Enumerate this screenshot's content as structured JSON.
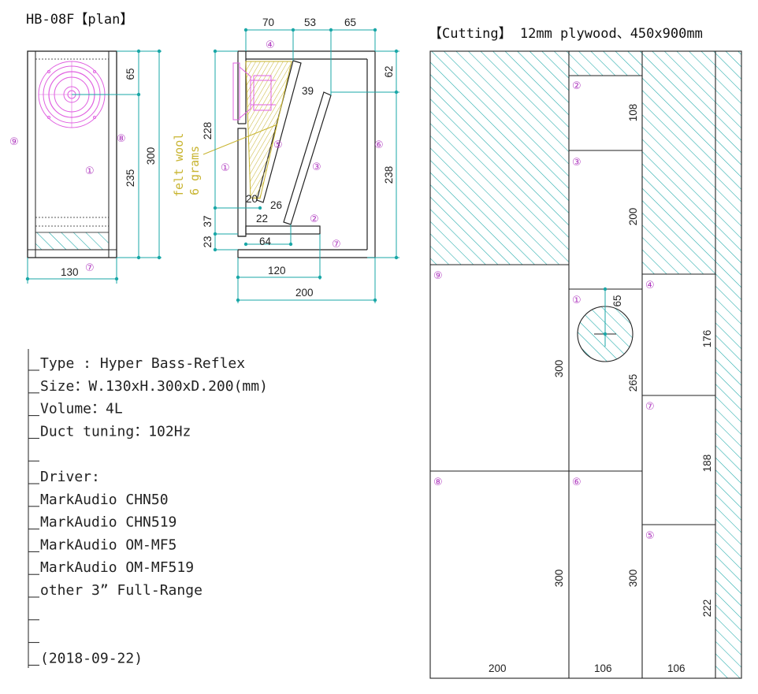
{
  "plan_title": "HB-08F【plan】",
  "cutting_title": "【Cutting】 12mm plywood、450x900mm",
  "felt_label_line1": "felt wool",
  "felt_label_line2": "6 grams",
  "dimensions": {
    "front_width": "130",
    "front_top": "65",
    "front_height": "300",
    "front_lower": "235",
    "side_top_a": "70",
    "side_top_b": "53",
    "side_top_c": "65",
    "side_right_top": "62",
    "side_right_main": "238",
    "side_left_main": "228",
    "side_left_37": "37",
    "side_left_23": "23",
    "inner_39": "39",
    "inner_20": "20",
    "inner_22": "22",
    "inner_26": "26",
    "inner_64": "64",
    "bottom_120": "120",
    "bottom_200": "200"
  },
  "cutting": {
    "p2": "108",
    "p3": "200",
    "p1_hole": "65",
    "p1": "265",
    "p9": "300",
    "p8": "300",
    "p6": "300",
    "p4": "176",
    "p7": "188",
    "p5": "222",
    "bottom_200": "200",
    "bottom_106a": "106",
    "bottom_106b": "106"
  },
  "part_labels": {
    "p1": "①",
    "p2": "②",
    "p3": "③",
    "p4": "④",
    "p5": "⑤",
    "p6": "⑥",
    "p7": "⑦",
    "p8": "⑧",
    "p9": "⑨"
  },
  "specs": [
    "Type : Hyper Bass-Reflex",
    "Size：W.130xH.300xD.200(mm)",
    "Volume：4L",
    "Duct tuning：102Hz",
    "",
    "Driver:",
    "MarkAudio CHN50",
    "MarkAudio CHN519",
    "MarkAudio OM-MF5",
    "MarkAudio OM-MF519",
    "other 3” Full-Range",
    "",
    "",
    "(2018-09-22)"
  ],
  "colors": {
    "dim_line": "#1aa7a7",
    "hatch": "#1aa7a7",
    "part_number": "#b03cc0",
    "driver": "#e060e0",
    "felt": "#c8b430",
    "line": "#222222"
  }
}
